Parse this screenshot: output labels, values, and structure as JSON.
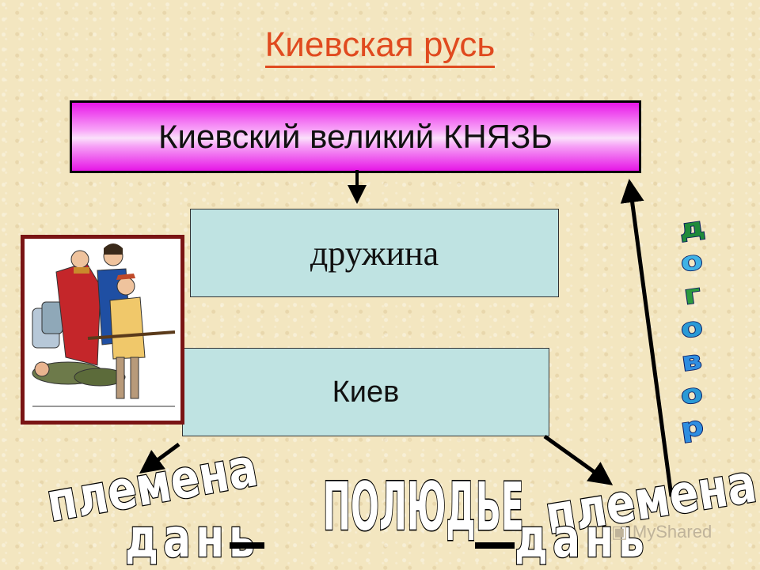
{
  "title": "Киевская русь",
  "boxes": {
    "prince": "Киевский великий КНЯЗЬ",
    "retinue": "дружина",
    "city": "Киев"
  },
  "labels": {
    "tribes_left": "племена",
    "tribes_right": "племена",
    "polyudye": "ПОЛЮДЬЕ",
    "tribute_left": "дань",
    "tribute_right": "дань",
    "treaty": [
      "д",
      "о",
      "г",
      "о",
      "в",
      "о",
      "р"
    ]
  },
  "illustration": {
    "icon": "druzhina-warriors-illustration"
  },
  "watermark": "MyShared",
  "colors": {
    "title": "#e04a1f",
    "prince_box": "#e816e8",
    "boxes": "#bfe3e2",
    "frame": "#7a1414",
    "treaty_letters": [
      "#1f8a3a",
      "#3fb2e6",
      "#2c9a3e",
      "#2a9ad6",
      "#2f8ee0",
      "#2a9ad6",
      "#2f8ee0"
    ]
  }
}
